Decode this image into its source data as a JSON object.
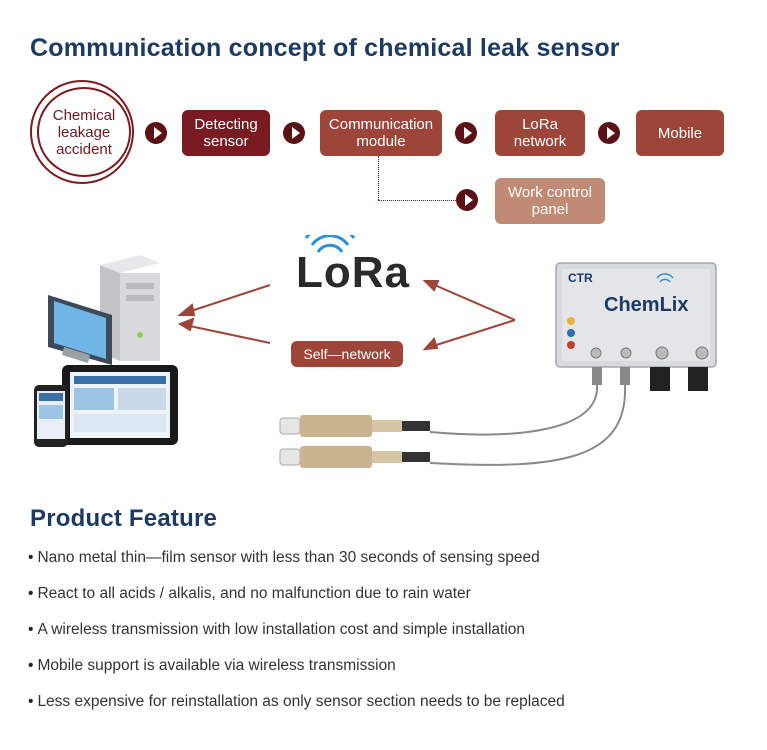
{
  "diagram_title": "Communication concept of chemical leak sensor",
  "flow": {
    "start": "Chemical leakage accident",
    "detecting": "Detecting sensor",
    "communication": "Communication module",
    "lora_network": "LoRa network",
    "mobile": "Mobile",
    "work_control": "Work control panel"
  },
  "illustration": {
    "lora_logo": "LoRa",
    "self_network": "Self—network",
    "device_brand": "CTR",
    "device_name": "ChemLix"
  },
  "feature_title": "Product Feature",
  "features": [
    "Nano metal thin—film sensor with less than 30 seconds of sensing speed",
    "React to all acids / alkalis, and no malfunction due to rain water",
    "A wireless transmission with low installation cost and simple installation",
    "Mobile support is available via wireless transmission",
    "Less expensive for reinstallation as only sensor section needs to be replaced"
  ],
  "colors": {
    "title": "#1c3a63",
    "dark_box": "#7a1b21",
    "mid_box": "#9c4538",
    "light_box": "#c08a74"
  }
}
